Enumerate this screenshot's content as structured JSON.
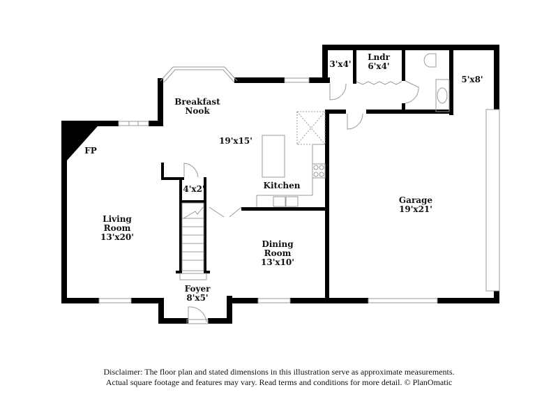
{
  "floorplan": {
    "rooms": [
      {
        "id": "breakfast-nook",
        "name_line1": "Breakfast",
        "name_line2": "Nook",
        "dims": ""
      },
      {
        "id": "open-area",
        "name_line1": "",
        "name_line2": "",
        "dims": "19'x15'"
      },
      {
        "id": "kitchen",
        "name_line1": "Kitchen",
        "name_line2": "",
        "dims": ""
      },
      {
        "id": "fireplace",
        "name_line1": "FP",
        "name_line2": "",
        "dims": ""
      },
      {
        "id": "closet",
        "name_line1": "",
        "name_line2": "",
        "dims": "4'x2'"
      },
      {
        "id": "living-room",
        "name_line1": "Living",
        "name_line2": "Room",
        "dims": "13'x20'"
      },
      {
        "id": "dining-room",
        "name_line1": "Dining",
        "name_line2": "Room",
        "dims": "13'x10'"
      },
      {
        "id": "foyer",
        "name_line1": "Foyer",
        "name_line2": "",
        "dims": "8'x5'"
      },
      {
        "id": "garage",
        "name_line1": "Garage",
        "name_line2": "",
        "dims": "19'x21'"
      },
      {
        "id": "storage",
        "name_line1": "",
        "name_line2": "",
        "dims": "3'x4'"
      },
      {
        "id": "laundry",
        "name_line1": "Lndr",
        "name_line2": "",
        "dims": "6'x4'"
      },
      {
        "id": "half-bath",
        "name_line1": "",
        "name_line2": "",
        "dims": "5'x8'"
      }
    ]
  },
  "disclaimer": {
    "line1": "Disclaimer: The floor plan and stated dimensions in this illustration serve as approximate measurements.",
    "line2": "Actual square footage and features may vary. Read terms and conditions for more detail. © PlanOmatic"
  },
  "colors": {
    "wall": "#000000",
    "fixture": "#999999",
    "background": "#ffffff"
  }
}
